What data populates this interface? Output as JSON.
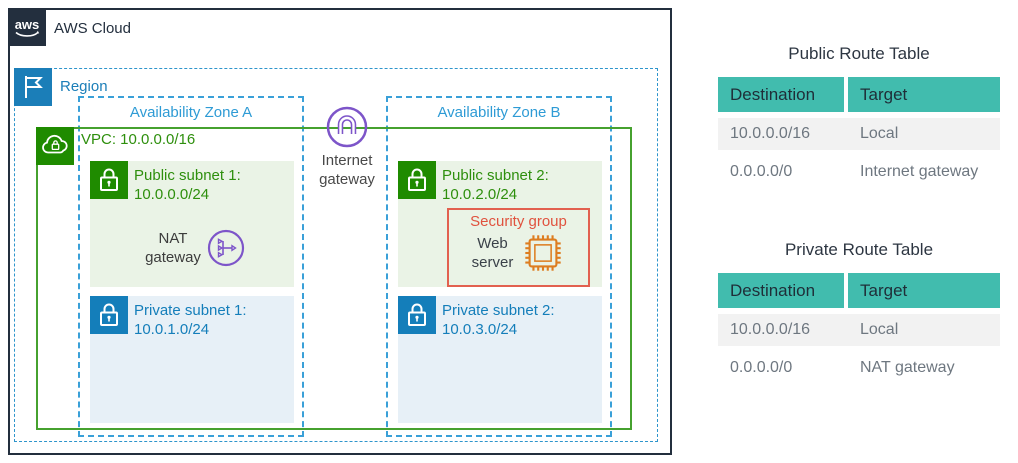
{
  "colors": {
    "navy": "#232f3e",
    "region_blue": "#1b7eb8",
    "az_blue": "#2e9bd5",
    "green": "#1f8b00",
    "vpc_border_green": "#46a12f",
    "public_subnet_bg": "#eaf3e6",
    "private_subnet_bg": "#e7f0f7",
    "private_blue": "#147eba",
    "gateway_purple": "#7d55c9",
    "security_group_red": "#e2604f",
    "chip_orange": "#dd7d20",
    "table_header_teal": "#41bcae",
    "row_alt_gray": "#f2f2f2"
  },
  "icons": {
    "aws-logo-icon": "aws wordmark with smile swoosh",
    "region-flag-icon": "flag on pole",
    "vpc-cloud-lock-icon": "cloud with lock",
    "public-subnet-lock-icon": "padlock",
    "private-subnet-lock-icon": "padlock",
    "internet-gateway-icon": "arch in circle",
    "nat-gateway-icon": "branching arrows in circle",
    "web-server-chip-icon": "cpu chip with pins"
  },
  "diagram": {
    "aws_cloud": {
      "label": "AWS Cloud"
    },
    "region": {
      "label": "Region"
    },
    "availability_zone_a": {
      "label": "Availability Zone A"
    },
    "availability_zone_b": {
      "label": "Availability Zone B"
    },
    "vpc": {
      "label": "VPC: 10.0.0.0/16"
    },
    "internet_gateway": {
      "line1": "Internet",
      "line2": "gateway"
    },
    "nat_gateway": {
      "line1": "NAT",
      "line2": "gateway"
    },
    "public_subnet_1": {
      "name": "Public subnet 1:",
      "cidr": "10.0.0.0/24"
    },
    "public_subnet_2": {
      "name": "Public subnet 2:",
      "cidr": "10.0.2.0/24"
    },
    "private_subnet_1": {
      "name": "Private subnet 1:",
      "cidr": "10.0.1.0/24"
    },
    "private_subnet_2": {
      "name": "Private subnet 2:",
      "cidr": "10.0.3.0/24"
    },
    "security_group": {
      "label": "Security group"
    },
    "web_server": {
      "line1": "Web",
      "line2": "server"
    }
  },
  "route_tables": {
    "public": {
      "title": "Public Route Table",
      "headers": {
        "destination": "Destination",
        "target": "Target"
      },
      "rows": [
        {
          "destination": "10.0.0.0/16",
          "target": "Local"
        },
        {
          "destination": "0.0.0.0/0",
          "target": "Internet gateway"
        }
      ]
    },
    "private": {
      "title": "Private Route Table",
      "headers": {
        "destination": "Destination",
        "target": "Target"
      },
      "rows": [
        {
          "destination": "10.0.0.0/16",
          "target": "Local"
        },
        {
          "destination": "0.0.0.0/0",
          "target": "NAT gateway"
        }
      ]
    }
  }
}
